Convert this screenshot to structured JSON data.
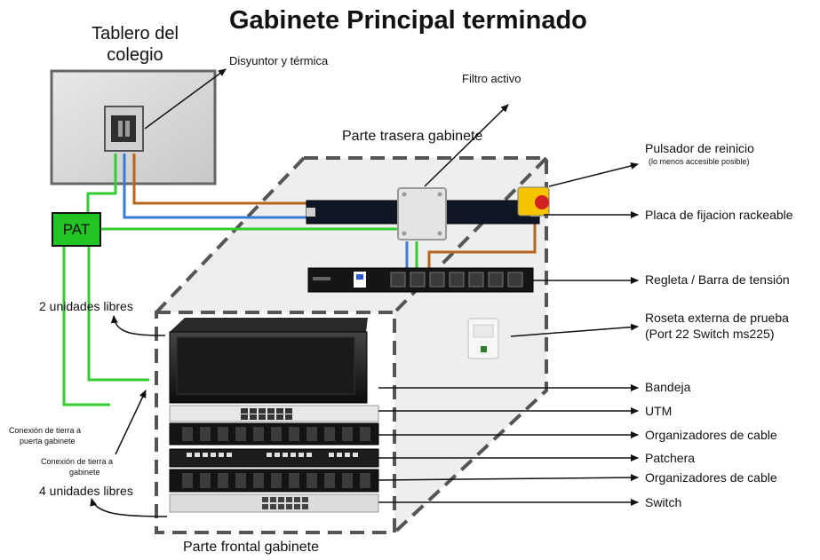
{
  "title": "Gabinete Principal terminado",
  "tablero": {
    "line1": "Tablero del",
    "line2": "colegio"
  },
  "pat": "PAT",
  "labels": {
    "disyuntor": "Disyuntor y térmica",
    "filtro": "Filtro activo",
    "trasera": "Parte trasera gabinete",
    "pulsador": "Pulsador de reinicio",
    "pulsador_sub": "(lo menos accesible posible)",
    "placa": "Placa de fijacion rackeable",
    "regleta": "Regleta / Barra de tensión",
    "roseta1": "Roseta externa de prueba",
    "roseta2": "(Port 22 Switch ms225)",
    "bandeja": "Bandeja",
    "utm": "UTM",
    "org1": "Organizadores de cable",
    "patchera": "Patchera",
    "org2": "Organizadores de cable",
    "switch": "Switch",
    "libres2": "2 unidades libres",
    "libres4": "4 unidades libres",
    "tierra_puerta1": "Conexión de tierra a",
    "tierra_puerta2": "puerta gabinete",
    "tierra_gab1": "Conexión de tierra a",
    "tierra_gab2": "gabinete",
    "frontal": "Parte frontal gabinete"
  },
  "colors": {
    "green": "#33cc33",
    "blue": "#3a7bd5",
    "brown": "#b5651d",
    "cabinet_fill": "#eeeeee",
    "dash": "#555555"
  }
}
